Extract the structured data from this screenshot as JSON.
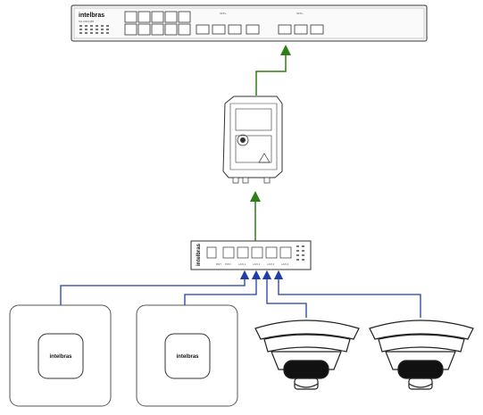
{
  "switch": {
    "brand": "intelbras",
    "model": "SG 2404 MR",
    "sfp_label": "SFP+",
    "uplink_label": "SFP+"
  },
  "fiber_box": {},
  "edge_switch": {
    "brand": "intelbras",
    "port_labels": [
      "LAN 1",
      "LAN 2",
      "LAN 3",
      "LAN 4"
    ],
    "button_labels": [
      "RST",
      "PON"
    ]
  },
  "access_points": [
    {
      "brand": "intelbras"
    },
    {
      "brand": "intelbras"
    }
  ],
  "cameras": [
    {},
    {}
  ],
  "links": {
    "fiber_color": "#2e7d16",
    "ethernet_color": "#1f3ea8"
  }
}
